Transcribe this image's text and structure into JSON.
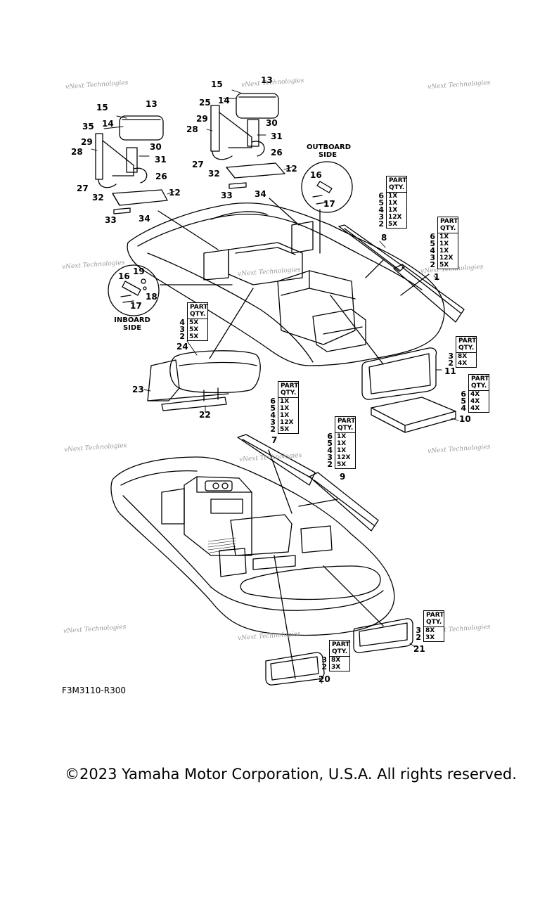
{
  "figure_code": "F3M3110-R300",
  "copyright": "©2023 Yamaha Motor Corporation, U.S.A. All rights reserved.",
  "watermark": "vNext Technologies",
  "side_labels": {
    "outboard_line1": "OUTBOARD",
    "outboard_line2": "SIDE",
    "inboard_line1": "INBOARD",
    "inboard_line2": "SIDE"
  },
  "callouts": {
    "c12a": "12",
    "c12b": "12",
    "c13a": "13",
    "c13b": "13",
    "c14a": "14",
    "c14b": "14",
    "c15a": "15",
    "c15b": "15",
    "c16a": "16",
    "c16b": "16",
    "c17a": "17",
    "c17b": "17",
    "c18": "18",
    "c19": "19",
    "c20": "20",
    "c21": "21",
    "c22": "22",
    "c23": "23",
    "c24": "24",
    "c25": "25",
    "c26a": "26",
    "c26b": "26",
    "c27a": "27",
    "c27b": "27",
    "c28a": "28",
    "c28b": "28",
    "c29a": "29",
    "c29b": "29",
    "c30a": "30",
    "c30b": "30",
    "c31a": "31",
    "c31b": "31",
    "c32a": "32",
    "c32b": "32",
    "c33a": "33",
    "c33b": "33",
    "c34a": "34",
    "c34b": "34",
    "c35": "35",
    "c1": "1",
    "c7": "7",
    "c8": "8",
    "c9": "9",
    "c10": "10",
    "c11": "11"
  },
  "qty_tables": {
    "header_line1": "PART",
    "header_line2": "QTY.",
    "t8": {
      "rows": [
        {
          "n": "6",
          "q": "1X"
        },
        {
          "n": "5",
          "q": "1X"
        },
        {
          "n": "4",
          "q": "1X"
        },
        {
          "n": "3",
          "q": "12X"
        },
        {
          "n": "2",
          "q": "5X"
        }
      ]
    },
    "t1": {
      "rows": [
        {
          "n": "6",
          "q": "1X"
        },
        {
          "n": "5",
          "q": "1X"
        },
        {
          "n": "4",
          "q": "1X"
        },
        {
          "n": "3",
          "q": "12X"
        },
        {
          "n": "2",
          "q": "5X"
        }
      ]
    },
    "t24": {
      "rows": [
        {
          "n": "4",
          "q": "5X"
        },
        {
          "n": "3",
          "q": "5X"
        },
        {
          "n": "2",
          "q": "5X"
        }
      ]
    },
    "t11": {
      "rows": [
        {
          "n": "3",
          "q": "8X"
        },
        {
          "n": "2",
          "q": "4X"
        }
      ]
    },
    "t10": {
      "rows": [
        {
          "n": "6",
          "q": "4X"
        },
        {
          "n": "5",
          "q": "4X"
        },
        {
          "n": "4",
          "q": "4X"
        }
      ]
    },
    "t7": {
      "rows": [
        {
          "n": "6",
          "q": "1X"
        },
        {
          "n": "5",
          "q": "1X"
        },
        {
          "n": "4",
          "q": "1X"
        },
        {
          "n": "3",
          "q": "12X"
        },
        {
          "n": "2",
          "q": "5X"
        }
      ]
    },
    "t9": {
      "rows": [
        {
          "n": "6",
          "q": "1X"
        },
        {
          "n": "5",
          "q": "1X"
        },
        {
          "n": "4",
          "q": "1X"
        },
        {
          "n": "3",
          "q": "12X"
        },
        {
          "n": "2",
          "q": "5X"
        }
      ]
    },
    "t20": {
      "rows": [
        {
          "n": "3",
          "q": "8X"
        },
        {
          "n": "2",
          "q": "3X"
        }
      ]
    },
    "t21": {
      "rows": [
        {
          "n": "3",
          "q": "8X"
        },
        {
          "n": "2",
          "q": "3X"
        }
      ]
    }
  }
}
